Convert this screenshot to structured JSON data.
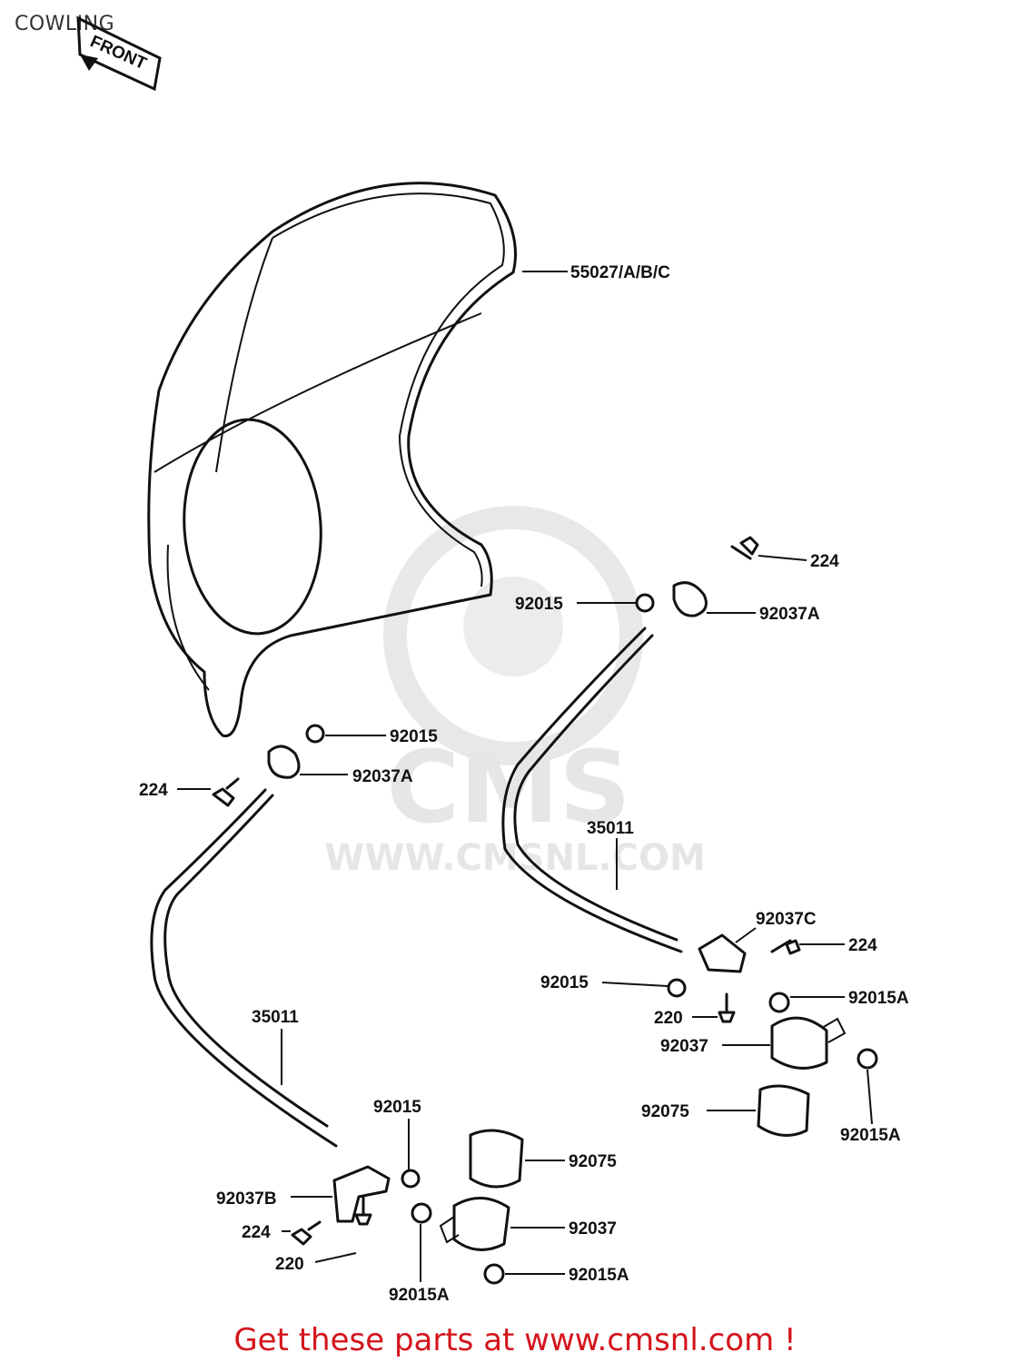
{
  "page": {
    "title": "COWLING",
    "footer": "Get these parts at www.cmsnl.com !"
  },
  "front_arrow": {
    "label": "FRONT"
  },
  "watermark": {
    "logo": "CMS",
    "url": "WWW.CMSNL.COM"
  },
  "labels": {
    "cowling": "55027/A/B/C",
    "bolt_upper_right": "224",
    "grommet_upper_right": "92015",
    "bracket_upper_right": "92037A",
    "grommet_upper_left": "92015",
    "bracket_upper_left": "92037A",
    "bolt_upper_left": "224",
    "stay_right": "35011",
    "bracket_c": "92037C",
    "bolt_bracket_c": "224",
    "grommet_right_mid": "92015",
    "nut_right_a": "92015A",
    "screw_right": "220",
    "clamp_right": "92037",
    "nut_right_b": "92015A",
    "rubber_right": "92075",
    "stay_left": "35011",
    "grommet_left_low": "92015",
    "rubber_left": "92075",
    "bracket_b": "92037B",
    "bolt_bracket_b": "224",
    "clamp_left": "92037",
    "screw_left": "220",
    "nut_left_b": "92015A",
    "nut_left_a": "92015A"
  },
  "colors": {
    "line": "#111111",
    "footer": "#d4141c",
    "watermark": "#e6e6e6"
  }
}
